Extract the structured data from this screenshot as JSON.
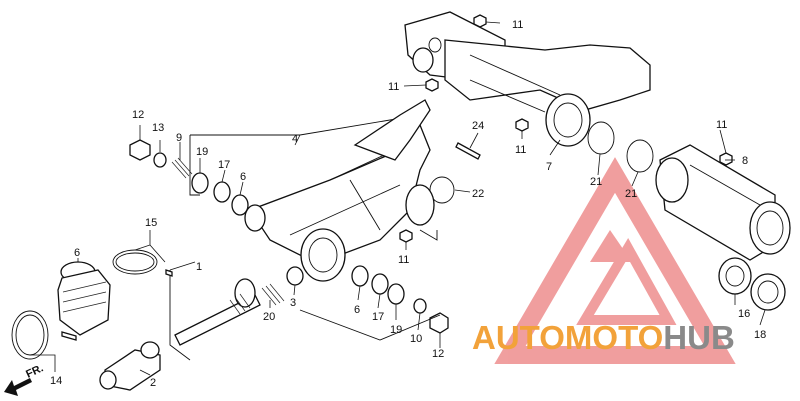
{
  "part_labels": {
    "p1": "1",
    "p2": "2",
    "p3": "3",
    "p4": "4",
    "p6a": "6",
    "p6b": "6",
    "p6c": "6",
    "p7": "7",
    "p8": "8",
    "p9": "9",
    "p10": "10",
    "p11a": "11",
    "p11b": "11",
    "p11c": "11",
    "p11d": "11",
    "p11e": "11",
    "p12a": "12",
    "p12b": "12",
    "p13": "13",
    "p14": "14",
    "p15": "15",
    "p16": "16",
    "p17a": "17",
    "p17b": "17",
    "p18": "18",
    "p19a": "19",
    "p19b": "19",
    "p20": "20",
    "p21a": "21",
    "p21b": "21",
    "p22": "22",
    "p24": "24"
  },
  "direction_marker": "FR.",
  "watermark": {
    "part1": "AUTO",
    "part2": "MOTO",
    "part3": "HUB",
    "color_orange": "#f2a23a",
    "color_red": "#e04040",
    "color_gray": "#8a8a8a"
  }
}
